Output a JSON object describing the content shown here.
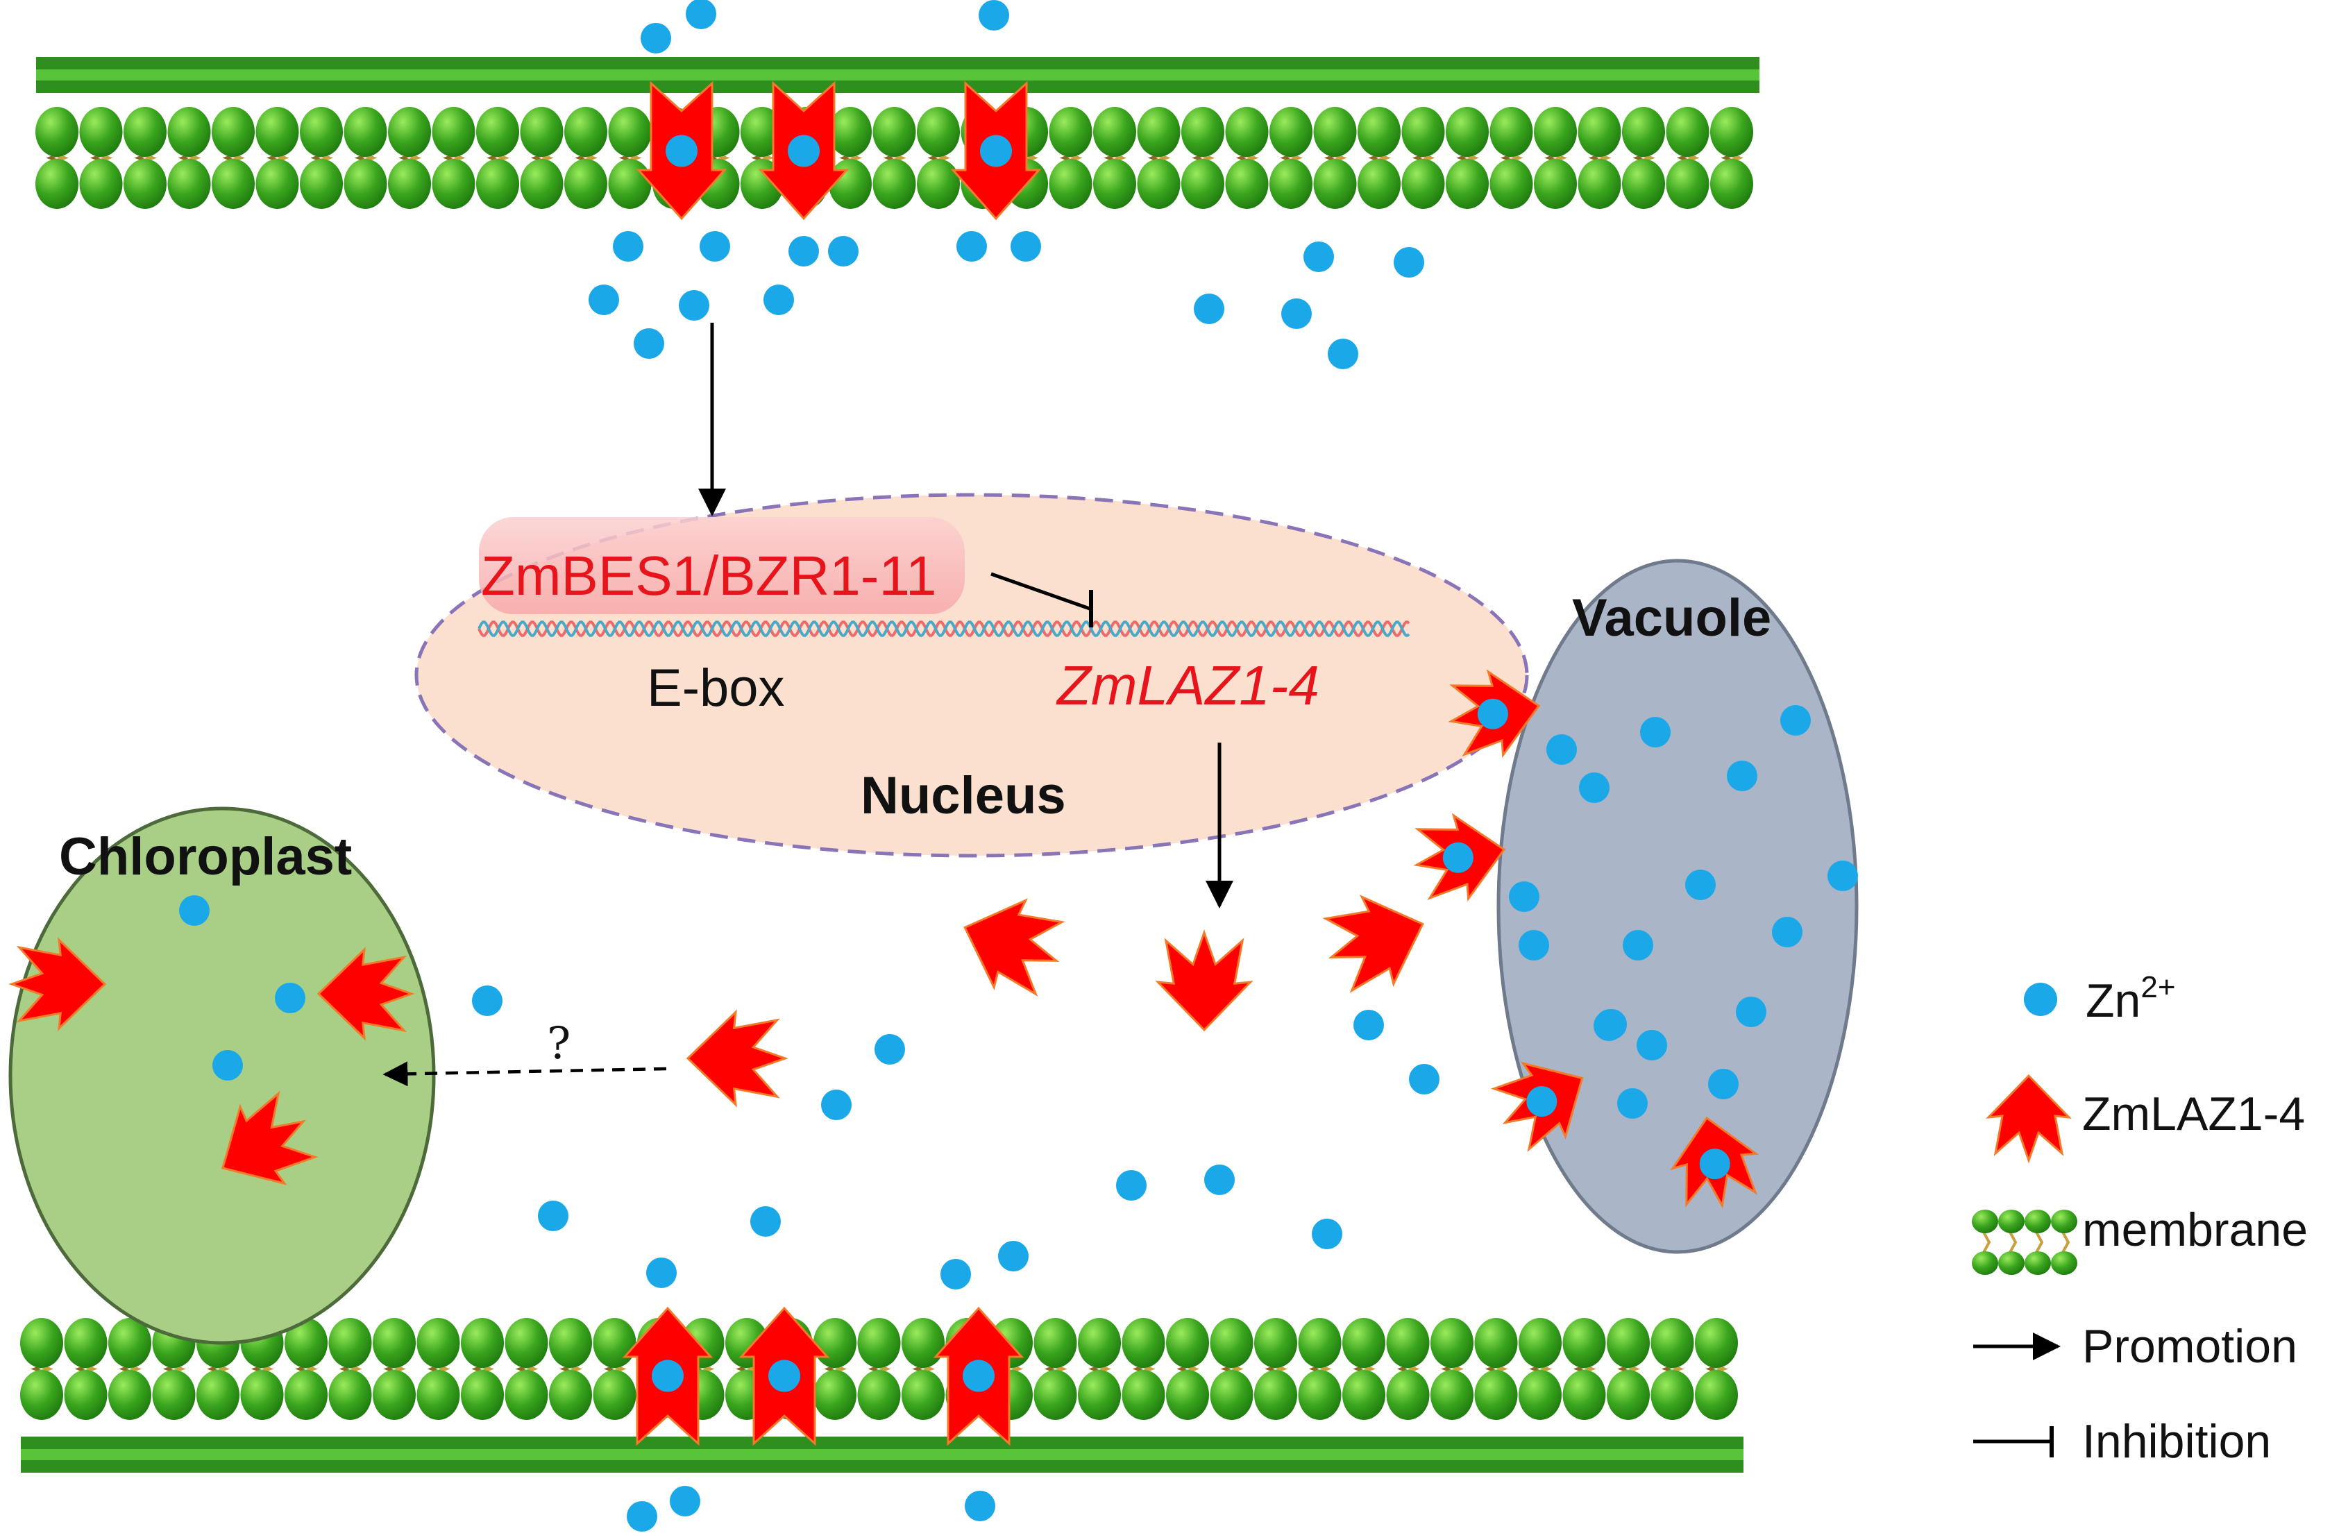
{
  "labels": {
    "gene_factor": "ZmBES1/BZR1-11",
    "ebox": "E-box",
    "gene_target": "ZmLAZ1-4",
    "nucleus": "Nucleus",
    "vacuole": "Vacuole",
    "chloroplast": "Chloroplast",
    "unknown": "?"
  },
  "legend": {
    "zn_base": "Zn",
    "zn_sup": "2+",
    "transporter": "ZmLAZ1-4",
    "membrane": "membrane",
    "promotion": "Promotion",
    "inhibition": "Inhibition"
  },
  "colors": {
    "zn": "#1aa8e8",
    "transporter": "#ff0000",
    "transporter_edge": "#f47a2a",
    "bead_light": "#9aeb5c",
    "bead_dark": "#1e7a0e",
    "tail": "#c8a040",
    "nucleus_fill": "#fbe0d0",
    "nucleus_edge": "#8a74b8",
    "vacuole_fill": "#aab5c8",
    "chloroplast_fill": "#a8cf85",
    "red_text": "#e8141c",
    "factor_highlight": "#f8b4b4"
  },
  "icons": {
    "zn": "circle-dot",
    "transporter": "star-arrow",
    "membrane": "lipid-bilayer"
  }
}
